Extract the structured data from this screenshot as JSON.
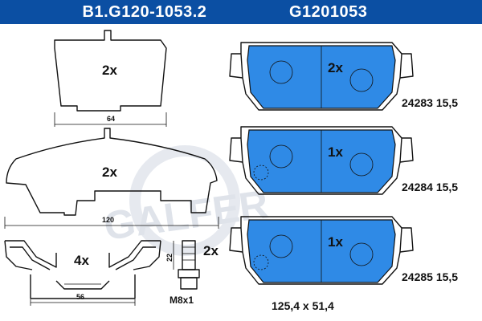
{
  "header": {
    "part_number": "B1.G120-1053.2",
    "oe_number": "G1201053"
  },
  "watermark": "GALFER",
  "colors": {
    "header_bg": "#0b4fa3",
    "pad_fill": "#2f8ae6",
    "line": "#111111"
  },
  "left_parts": {
    "shim_small_qty": "2x",
    "shim_small_width": "64",
    "shim_large_qty": "2x",
    "shim_large_width": "120",
    "clip_qty": "4x",
    "clip_width": "56",
    "bolt_qty": "2x",
    "bolt_length": "22",
    "bolt_thread": "M8x1"
  },
  "pads": [
    {
      "qty": "2x",
      "ref": "24283 15,5"
    },
    {
      "qty": "1x",
      "ref": "24284 15,5"
    },
    {
      "qty": "1x",
      "ref": "24285 15,5"
    }
  ],
  "pad_dimensions": "125,4 x 51,4"
}
